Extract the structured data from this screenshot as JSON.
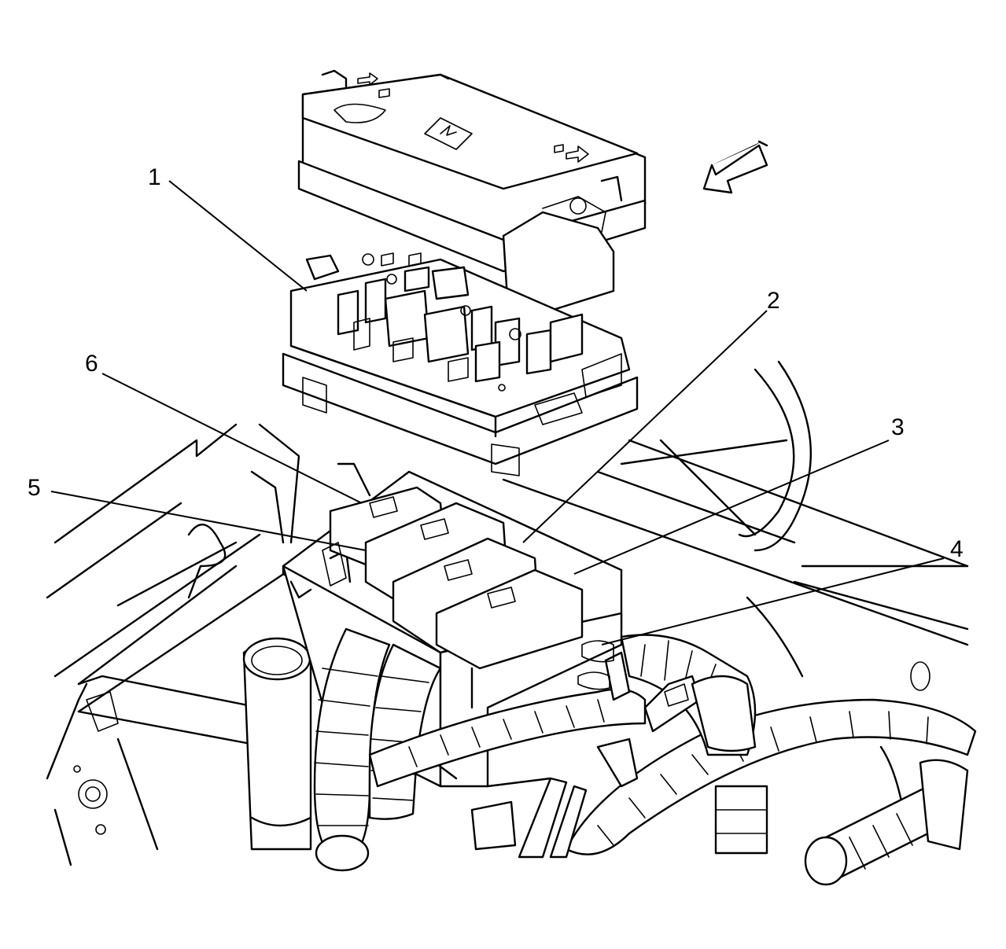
{
  "callouts": [
    {
      "id": "1",
      "label": "1"
    },
    {
      "id": "2",
      "label": "2"
    },
    {
      "id": "3",
      "label": "3"
    },
    {
      "id": "4",
      "label": "4"
    },
    {
      "id": "5",
      "label": "5"
    },
    {
      "id": "6",
      "label": "6"
    }
  ],
  "icons": {
    "direction_arrow": "front-direction-arrow-icon",
    "cover_symbol": "fuse-relay-symbol-icon"
  }
}
